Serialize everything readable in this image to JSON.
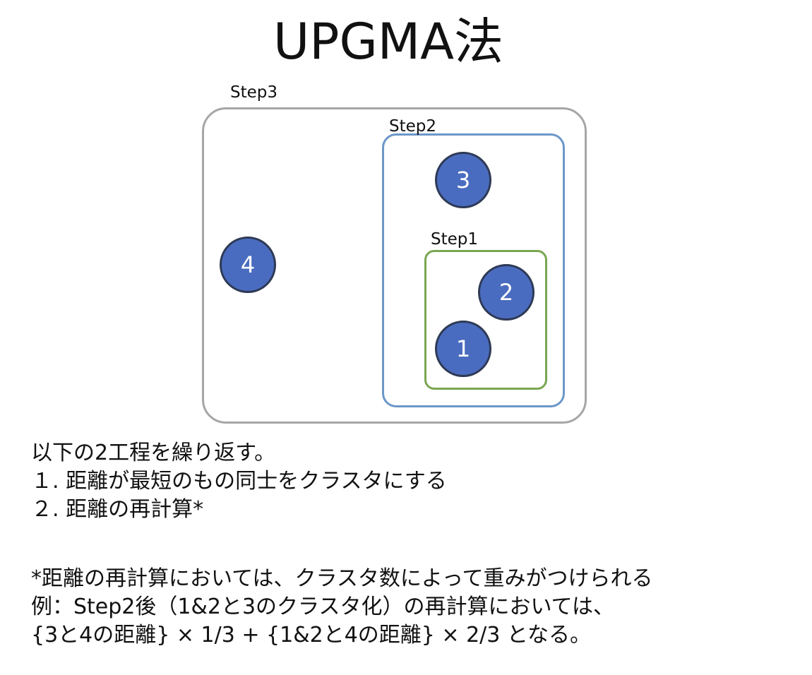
{
  "title": "UPGMA法",
  "diagram": {
    "steps": [
      {
        "label": "Step3"
      },
      {
        "label": "Step2"
      },
      {
        "label": "Step1"
      }
    ],
    "nodes": [
      "1",
      "2",
      "3",
      "4"
    ],
    "colors": {
      "node_fill": "#4a6cc0",
      "node_border": "#2e3a55",
      "step1_border": "#7aa651",
      "step2_border": "#6c97c9",
      "step3_border": "#a6a6a6"
    }
  },
  "description": {
    "intro": "以下の2工程を繰り返す。",
    "item1": "１. 距離が最短のもの同士をクラスタにする",
    "item2": "２. 距離の再計算*"
  },
  "note": {
    "line1": "*距離の再計算においては、クラスタ数によって重みがつけられる",
    "line2": "例：Step2後（1&2と3のクラスタ化）の再計算においては、",
    "line3": "{3と4の距離} × 1/3 + {1&2と4の距離} × 2/3 となる。"
  }
}
